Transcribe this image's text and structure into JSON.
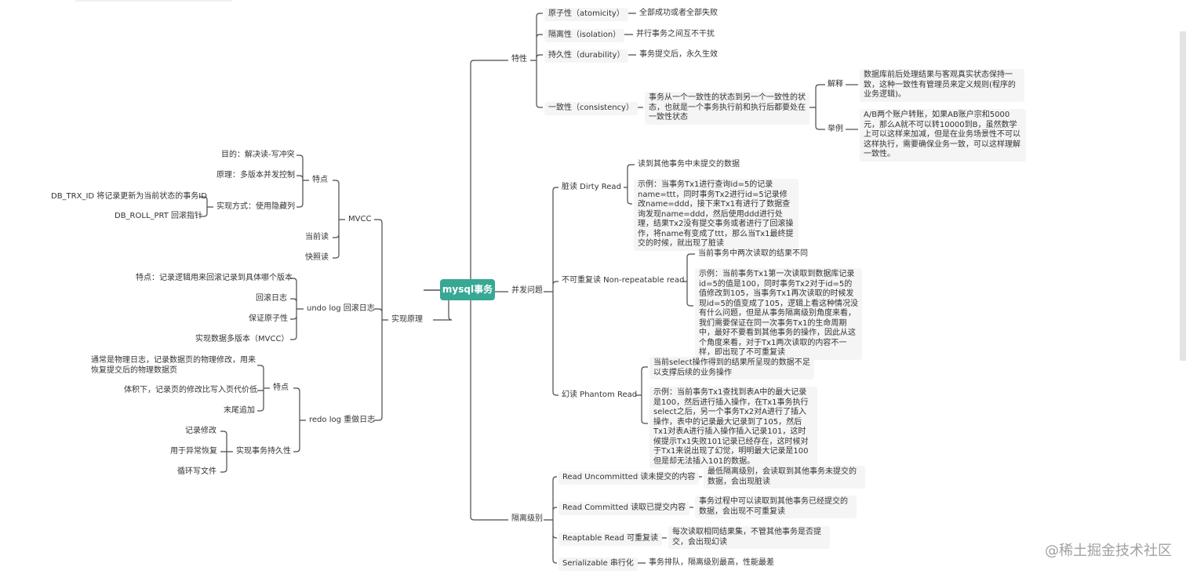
{
  "root": "mysql事务",
  "watermark": "@稀土掘金技术社区",
  "right": {
    "features": {
      "label": "特性",
      "atomicity": {
        "label": "原子性（atomicity）",
        "desc": "全部成功或者全部失败"
      },
      "isolation": {
        "label": "隔离性（isolation）",
        "desc": "并行事务之间互不干扰"
      },
      "durability": {
        "label": "持久性（durability）",
        "desc": "事务提交后，永久生效"
      },
      "consistency": {
        "label": "一致性（consistency）",
        "desc": "事务从一个一致性的状态到另一个一致性的状态，也就是一个事务执行前和执行后都要处在一致性状态",
        "explain": {
          "label": "解释",
          "text": "数据库前后处理结果与客观真实状态保持一致，这种一致性有管理员来定义规则(程序的业务逻辑)。"
        },
        "example": {
          "label": "举例",
          "text": "A/B两个账户转账，如果AB账户宗和5000元，那么A就不可以转10000到B，虽然数学上可以这样来加减，但是在业务场景性不可以这样执行，需要确保业务一致，可以这样理解一致性。"
        }
      }
    },
    "concurrency": {
      "label": "并发问题",
      "dirty": {
        "label": "脏读 Dirty Read",
        "desc": "读到其他事务中未提交的数据",
        "example": "示例：当事务Tx1进行查询id=5的记录name=ttt，同时事务Tx2进行id=5记录修改name=ddd，接下来Tx1有进行了数据查询发现name=ddd，然后使用ddd进行处理，结果Tx2没有提交事务或者进行了回滚操作，将name有变成了ttt，那么当Tx1最终提交的时候，就出现了脏读"
      },
      "nonrepeat": {
        "label": "不可重复读 Non-repeatable read",
        "desc": "当前事务中两次读取的结果不同",
        "example": "示例：当前事务Tx1第一次读取到数据库记录id=5的值是100，同时事务Tx2对于id=5的值修改到105，当事务Tx1再次读取的时候发现id=5的值变成了105，逻辑上看这种情况没有什么问题，但是从事务隔离级别角度来看，我们需要保证在同一次事务Tx1的生命周期中，最好不要看到其他事务的操作，因此从这个角度来看，对于Tx1两次读取的内容不一样，即出现了不可重复读"
      },
      "phantom": {
        "label": "幻读 Phantom Read",
        "desc": "当前select操作得到的结果所呈现的数据不足以支撑后续的业务操作",
        "example": "示例：当前事务Tx1查找到表A中的最大记录是100，然后进行插入操作，在Tx1事务执行select之后，另一个事务Tx2对A进行了插入操作，表中的记录最大记录到了105，然后Tx1对表A进行插入操作插入记录101，这时候提示Tx1失败101记录已经存在，这时候对于Tx1来说出现了幻觉，明明最大记录是100但是却无法插入101的数据。"
      }
    },
    "isolation_levels": {
      "label": "隔离级别",
      "ru": {
        "label": "Read Uncommitted 读未提交的内容",
        "desc": "最低隔离级别，会读取到其他事务未提交的数据，会出现脏读"
      },
      "rc": {
        "label": "Read Committed 读取已提交内容",
        "desc": "事务过程中可以读取到其他事务已经提交的数据，会出现不可重复读"
      },
      "rr": {
        "label": "Reaptable Read 可重复读",
        "desc": "每次读取相同结果集，不管其他事务是否提交，会出现幻读"
      },
      "se": {
        "label": "Serializable 串行化",
        "desc": "事务排队，隔离级别最高，性能最差"
      }
    }
  },
  "left": {
    "impl": {
      "label": "实现原理",
      "mvcc": {
        "label": "MVCC",
        "feature": {
          "label": "特点",
          "goal": "目的：解决读-写冲突",
          "principle": "原理：多版本并发控制",
          "method": {
            "label": "实现方式：使用隐藏列",
            "trx": "DB_TRX_ID 将记录更新为当前状态的事务ID",
            "roll": "DB_ROLL_PRT 回滚指针"
          }
        },
        "current_read": "当前读",
        "snapshot_read": "快照读"
      },
      "undo": {
        "label": "undo log 回滚日志",
        "feature": "特点：记录逻辑用来回滚记录到具体哪个版本",
        "rollback": "回滚日志",
        "atomic": "保证原子性",
        "mvcc": "实现数据多版本（MVCC）"
      },
      "redo": {
        "label": "redo log 重做日志",
        "feature": {
          "label": "特点",
          "physical": "通常是物理日志，记录数据页的物理修改，用来恢复提交后的物理数据页",
          "small": "体积下，记录页的修改比写入页代价低",
          "append": "末尾追加"
        },
        "durable": {
          "label": "实现事务持久性",
          "record": "记录修改",
          "recover": "用于异常恢复",
          "cycle": "循环写文件"
        }
      }
    }
  }
}
